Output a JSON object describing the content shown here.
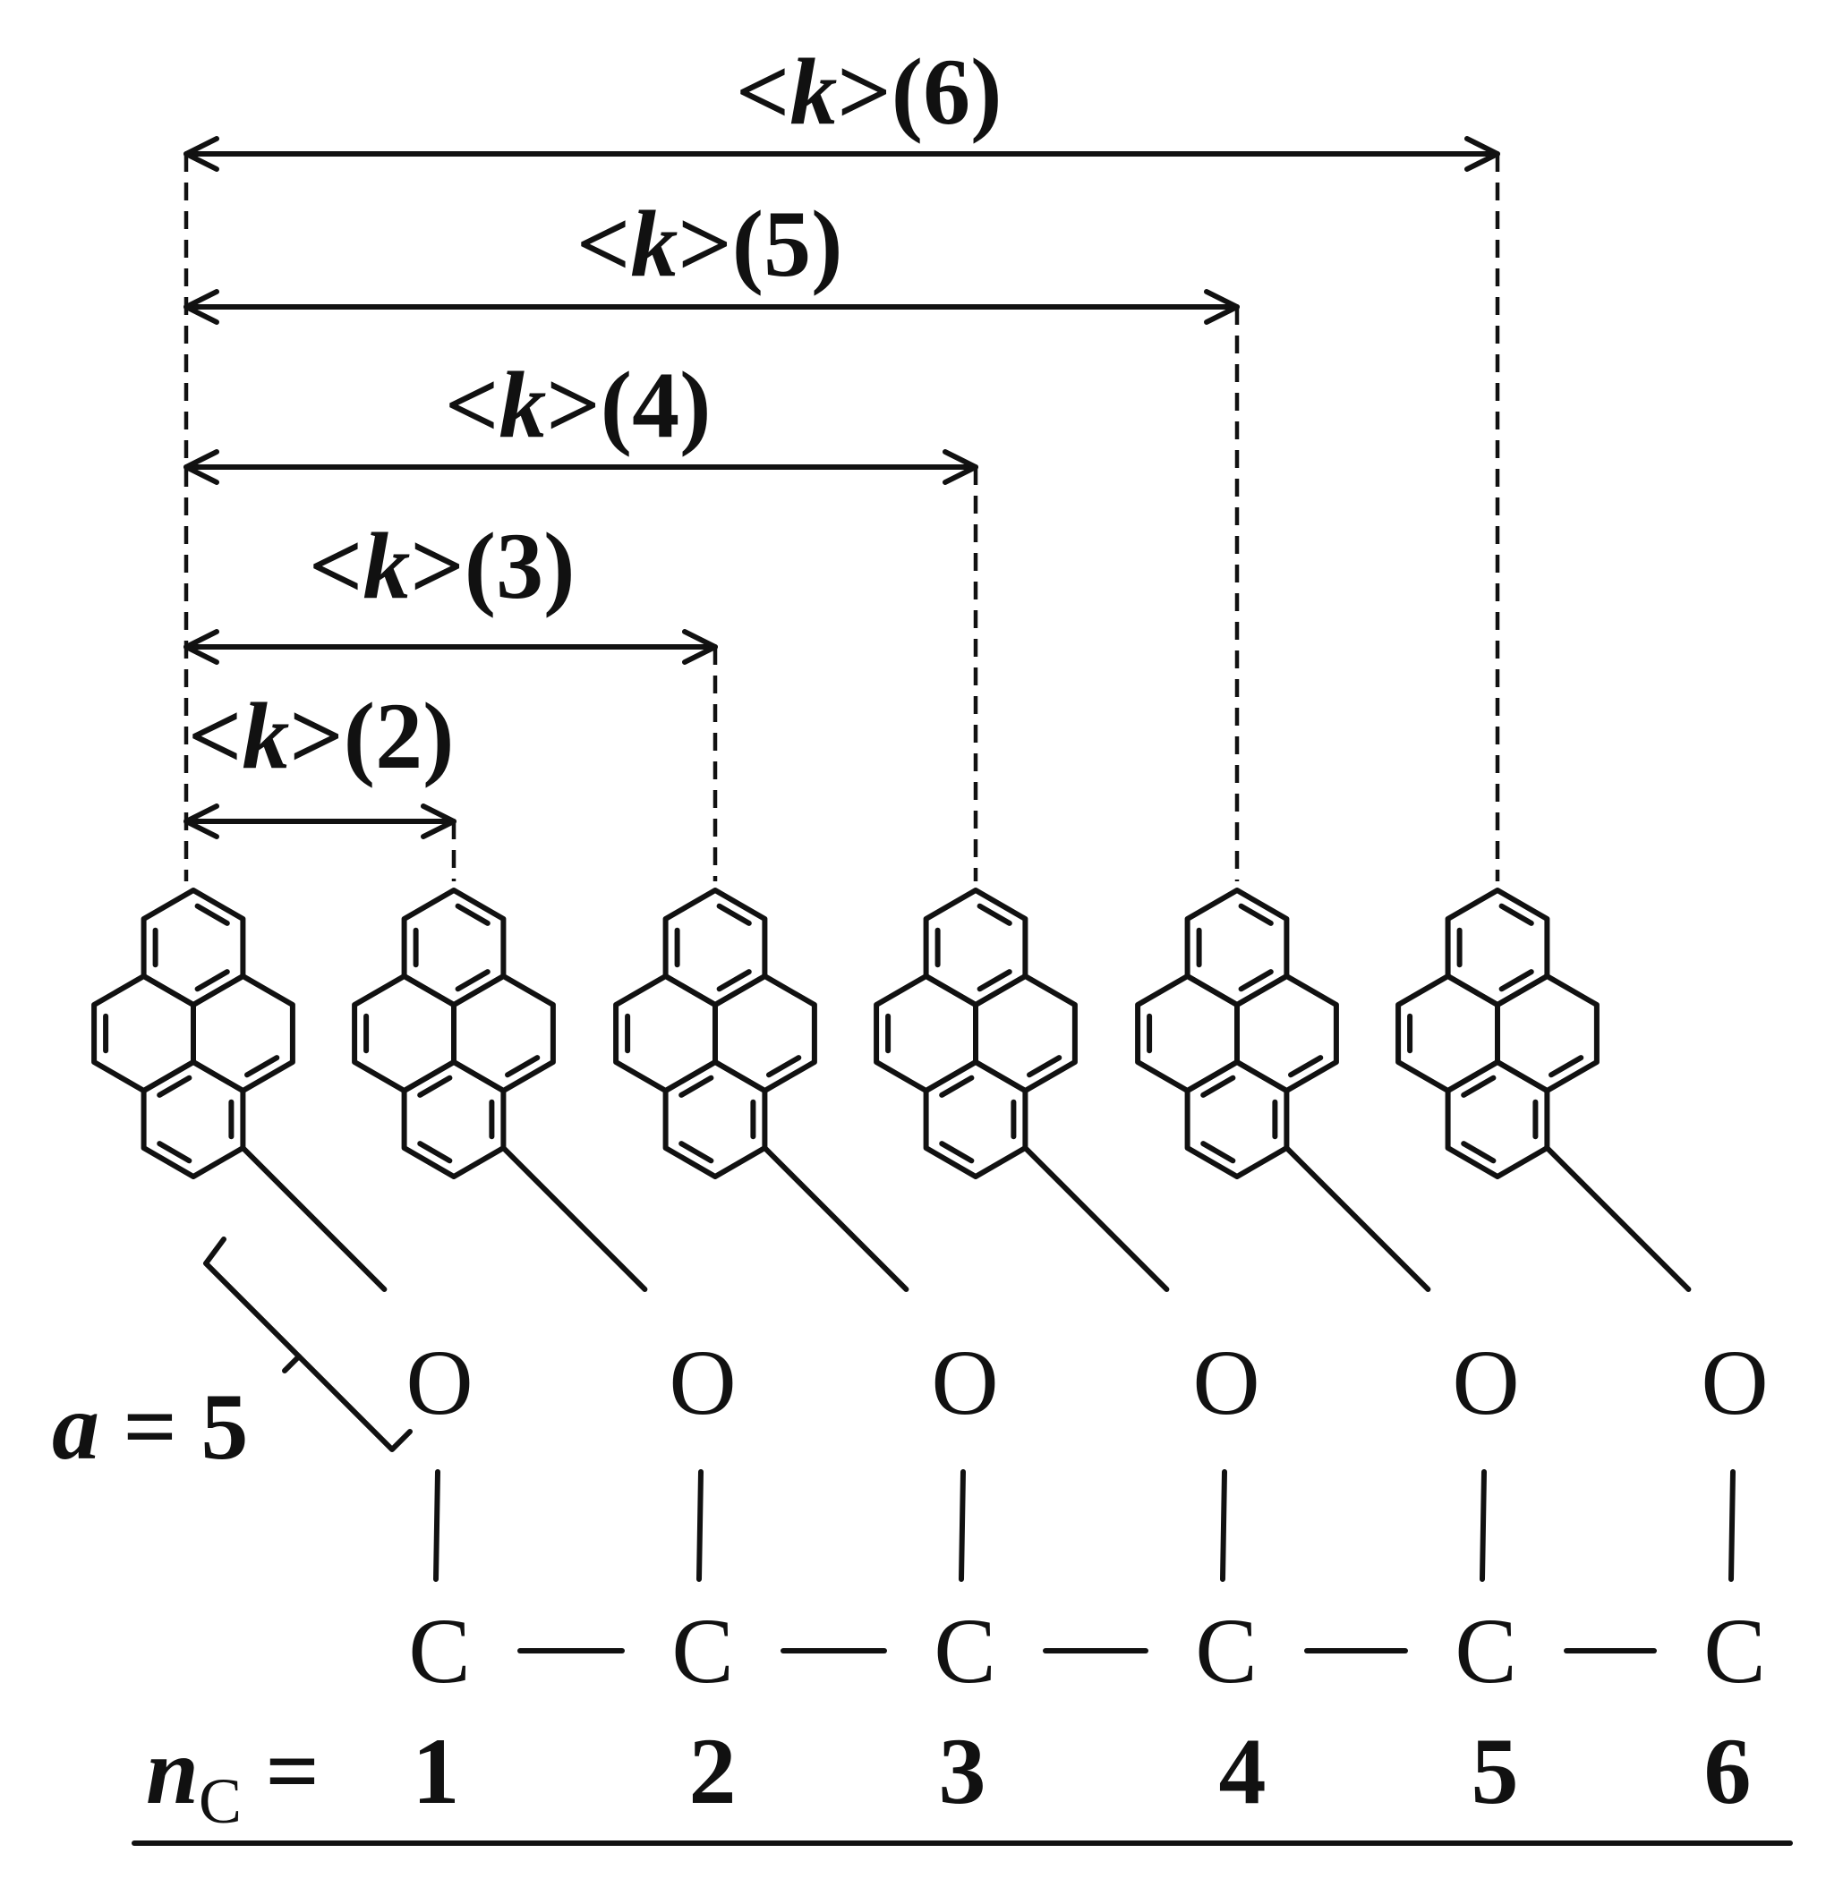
{
  "figure": {
    "lengths": [
      {
        "i": "2",
        "label_pre": "<",
        "label_var": "k",
        "label_post": ">(2)"
      },
      {
        "i": "3",
        "label_pre": "<",
        "label_var": "k",
        "label_post": ">(3)"
      },
      {
        "i": "4",
        "label_pre": "<",
        "label_var": "k",
        "label_post": ">(4)"
      },
      {
        "i": "5",
        "label_pre": "<",
        "label_var": "k",
        "label_post": ">(5)"
      },
      {
        "i": "6",
        "label_pre": "<",
        "label_var": "k",
        "label_post": ">(6)"
      }
    ],
    "oxygen_label": "O",
    "carbon_label": "C",
    "spacer": {
      "var": "a",
      "eq": " = ",
      "value": "5"
    },
    "carbon_count": {
      "var": "n",
      "sub": "C",
      "eq": " = "
    },
    "carbon_numbers": [
      "1",
      "2",
      "3",
      "4",
      "5",
      "6"
    ]
  }
}
